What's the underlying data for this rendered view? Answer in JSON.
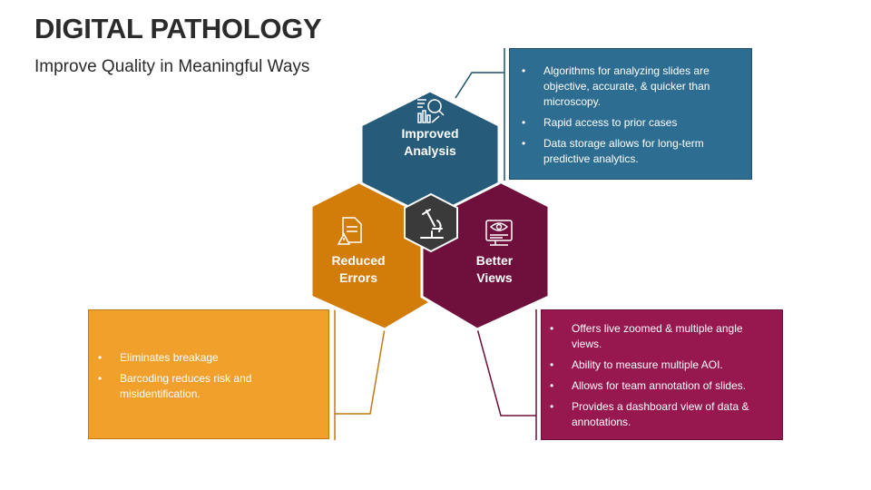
{
  "header": {
    "title": "DIGITAL PATHOLOGY",
    "subtitle": "Improve Quality in Meaningful Ways"
  },
  "colors": {
    "blue": "#265b79",
    "orange": "#d27d0a",
    "purple": "#6e0f3c",
    "center": "#3a3a3a",
    "connector_blue": "#1f4f6c",
    "connector_orange": "#c07a10",
    "connector_purple": "#6c0e38"
  },
  "segments": {
    "analysis": {
      "label_line1": "Improved",
      "label_line2": "Analysis",
      "icon": "analytics-chart-icon",
      "bullets": [
        "Algorithms for analyzing slides are objective, accurate, & quicker than microscopy.",
        "Rapid access to prior cases",
        "Data storage allows for long-term predictive analytics."
      ]
    },
    "errors": {
      "label_line1": "Reduced",
      "label_line2": "Errors",
      "icon": "document-warning-icon",
      "bullets": [
        "Eliminates breakage",
        "Barcoding reduces risk and misidentification."
      ]
    },
    "views": {
      "label_line1": "Better",
      "label_line2": "Views",
      "icon": "monitor-eye-icon",
      "bullets": [
        "Offers live zoomed & multiple angle views.",
        "Ability to measure multiple AOI.",
        "Allows for team annotation of slides.",
        "Provides a dashboard view of data & annotations."
      ]
    }
  },
  "center_icon": "microscope-icon"
}
